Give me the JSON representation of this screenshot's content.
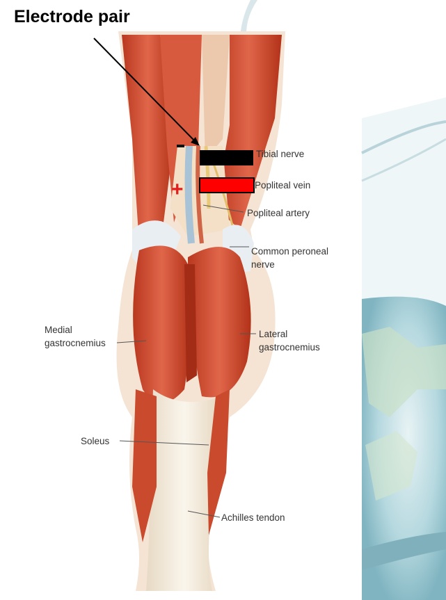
{
  "title": "Electrode pair",
  "labels": {
    "tibial_nerve": "Tibial nerve",
    "popliteal_vein": "Popliteal vein",
    "popliteal_artery": "Popliteal artery",
    "common_peroneal_1": "Common peroneal",
    "common_peroneal_2": "nerve",
    "medial_gastroc_1": "Medial",
    "medial_gastroc_2": "gastrocnemius",
    "lateral_gastroc_1": "Lateral",
    "lateral_gastroc_2": "gastrocnemius",
    "soleus": "Soleus",
    "achilles": "Achilles tendon"
  },
  "electrodes": {
    "negative_sign": "-",
    "positive_sign": "+",
    "negative_color": "#000000",
    "positive_color": "#ff0000"
  },
  "colors": {
    "muscle": "#c8442a",
    "tendon": "#f0e6d6",
    "background_globe": "#8fc3cf"
  }
}
